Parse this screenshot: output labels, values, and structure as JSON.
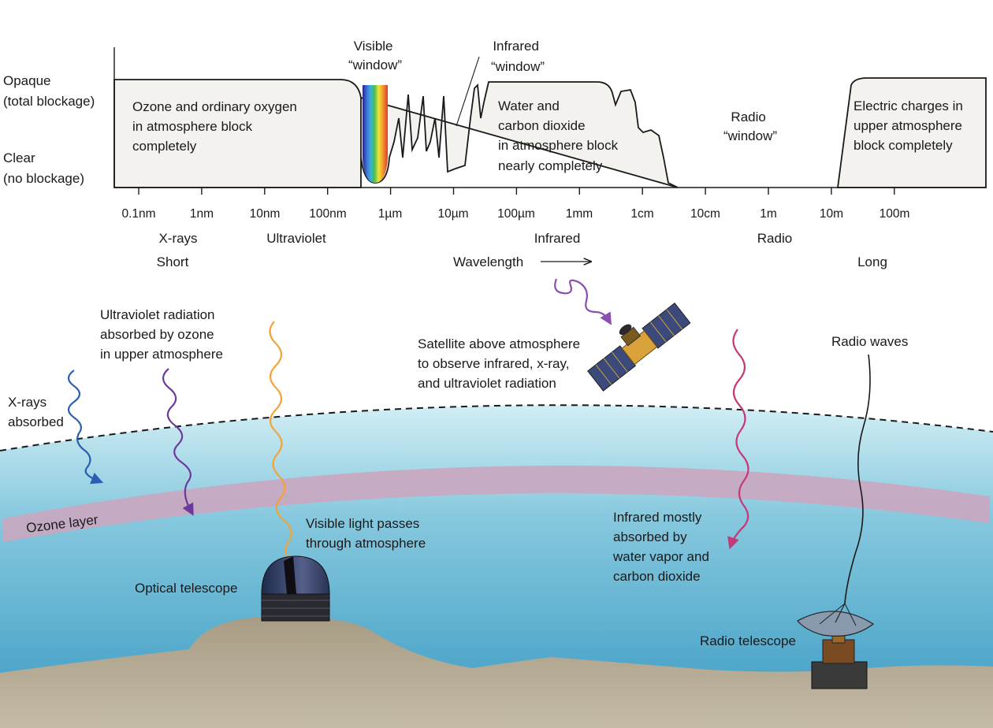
{
  "chart": {
    "y_levels": {
      "opaque": [
        "Opaque",
        "(total blockage)"
      ],
      "clear": [
        "Clear",
        "(no blockage)"
      ]
    },
    "regions": {
      "ozone": [
        "Ozone and ordinary oxygen",
        "in atmosphere block",
        "completely"
      ],
      "water": [
        "Water and",
        "carbon dioxide",
        "in atmosphere block",
        "nearly completely"
      ],
      "radio_window": [
        "Radio",
        "“window”"
      ],
      "electric": [
        "Electric charges in",
        "upper atmosphere",
        "block completely"
      ]
    },
    "callouts": {
      "visible_window": [
        "Visible",
        "“window”"
      ],
      "infrared_window": [
        "Infrared",
        "“window”"
      ]
    },
    "ticks": [
      "0.1nm",
      "1nm",
      "10nm",
      "100nm",
      "1µm",
      "10µm",
      "100µm",
      "1mm",
      "1cm",
      "10cm",
      "1m",
      "10m",
      "100m"
    ],
    "bands": [
      "X-rays",
      "Ultraviolet",
      "Infrared",
      "Radio"
    ],
    "axis": {
      "short": "Short",
      "label": "Wavelength",
      "long": "Long"
    }
  },
  "scene": {
    "xray": [
      "X-rays",
      "absorbed"
    ],
    "uv": [
      "Ultraviolet radiation",
      "absorbed by ozone",
      "in upper atmosphere"
    ],
    "satellite": [
      "Satellite above atmosphere",
      "to observe infrared, x-ray,",
      "and ultraviolet radiation"
    ],
    "radio_waves": [
      "Radio waves"
    ],
    "ozone_layer": "Ozone layer",
    "visible": [
      "Visible light passes",
      "through atmosphere"
    ],
    "optical_telescope": "Optical telescope",
    "infrared": [
      "Infrared mostly",
      "absorbed by",
      "water vapor and",
      "carbon dioxide"
    ],
    "radio_telescope": "Radio telescope"
  },
  "colors": {
    "sky_top": "#c6e7ef",
    "sky_bottom": "#3e9fc4",
    "ozone_band": "#c9a7c0",
    "ground": "#b5aa93",
    "xray_wave": "#2a5fb4",
    "uv_wave": "#6a3a9a",
    "visible_wave": "#f2a43a",
    "infrared_wave": "#c23a78",
    "satellite_wave": "#8a4fb0"
  }
}
